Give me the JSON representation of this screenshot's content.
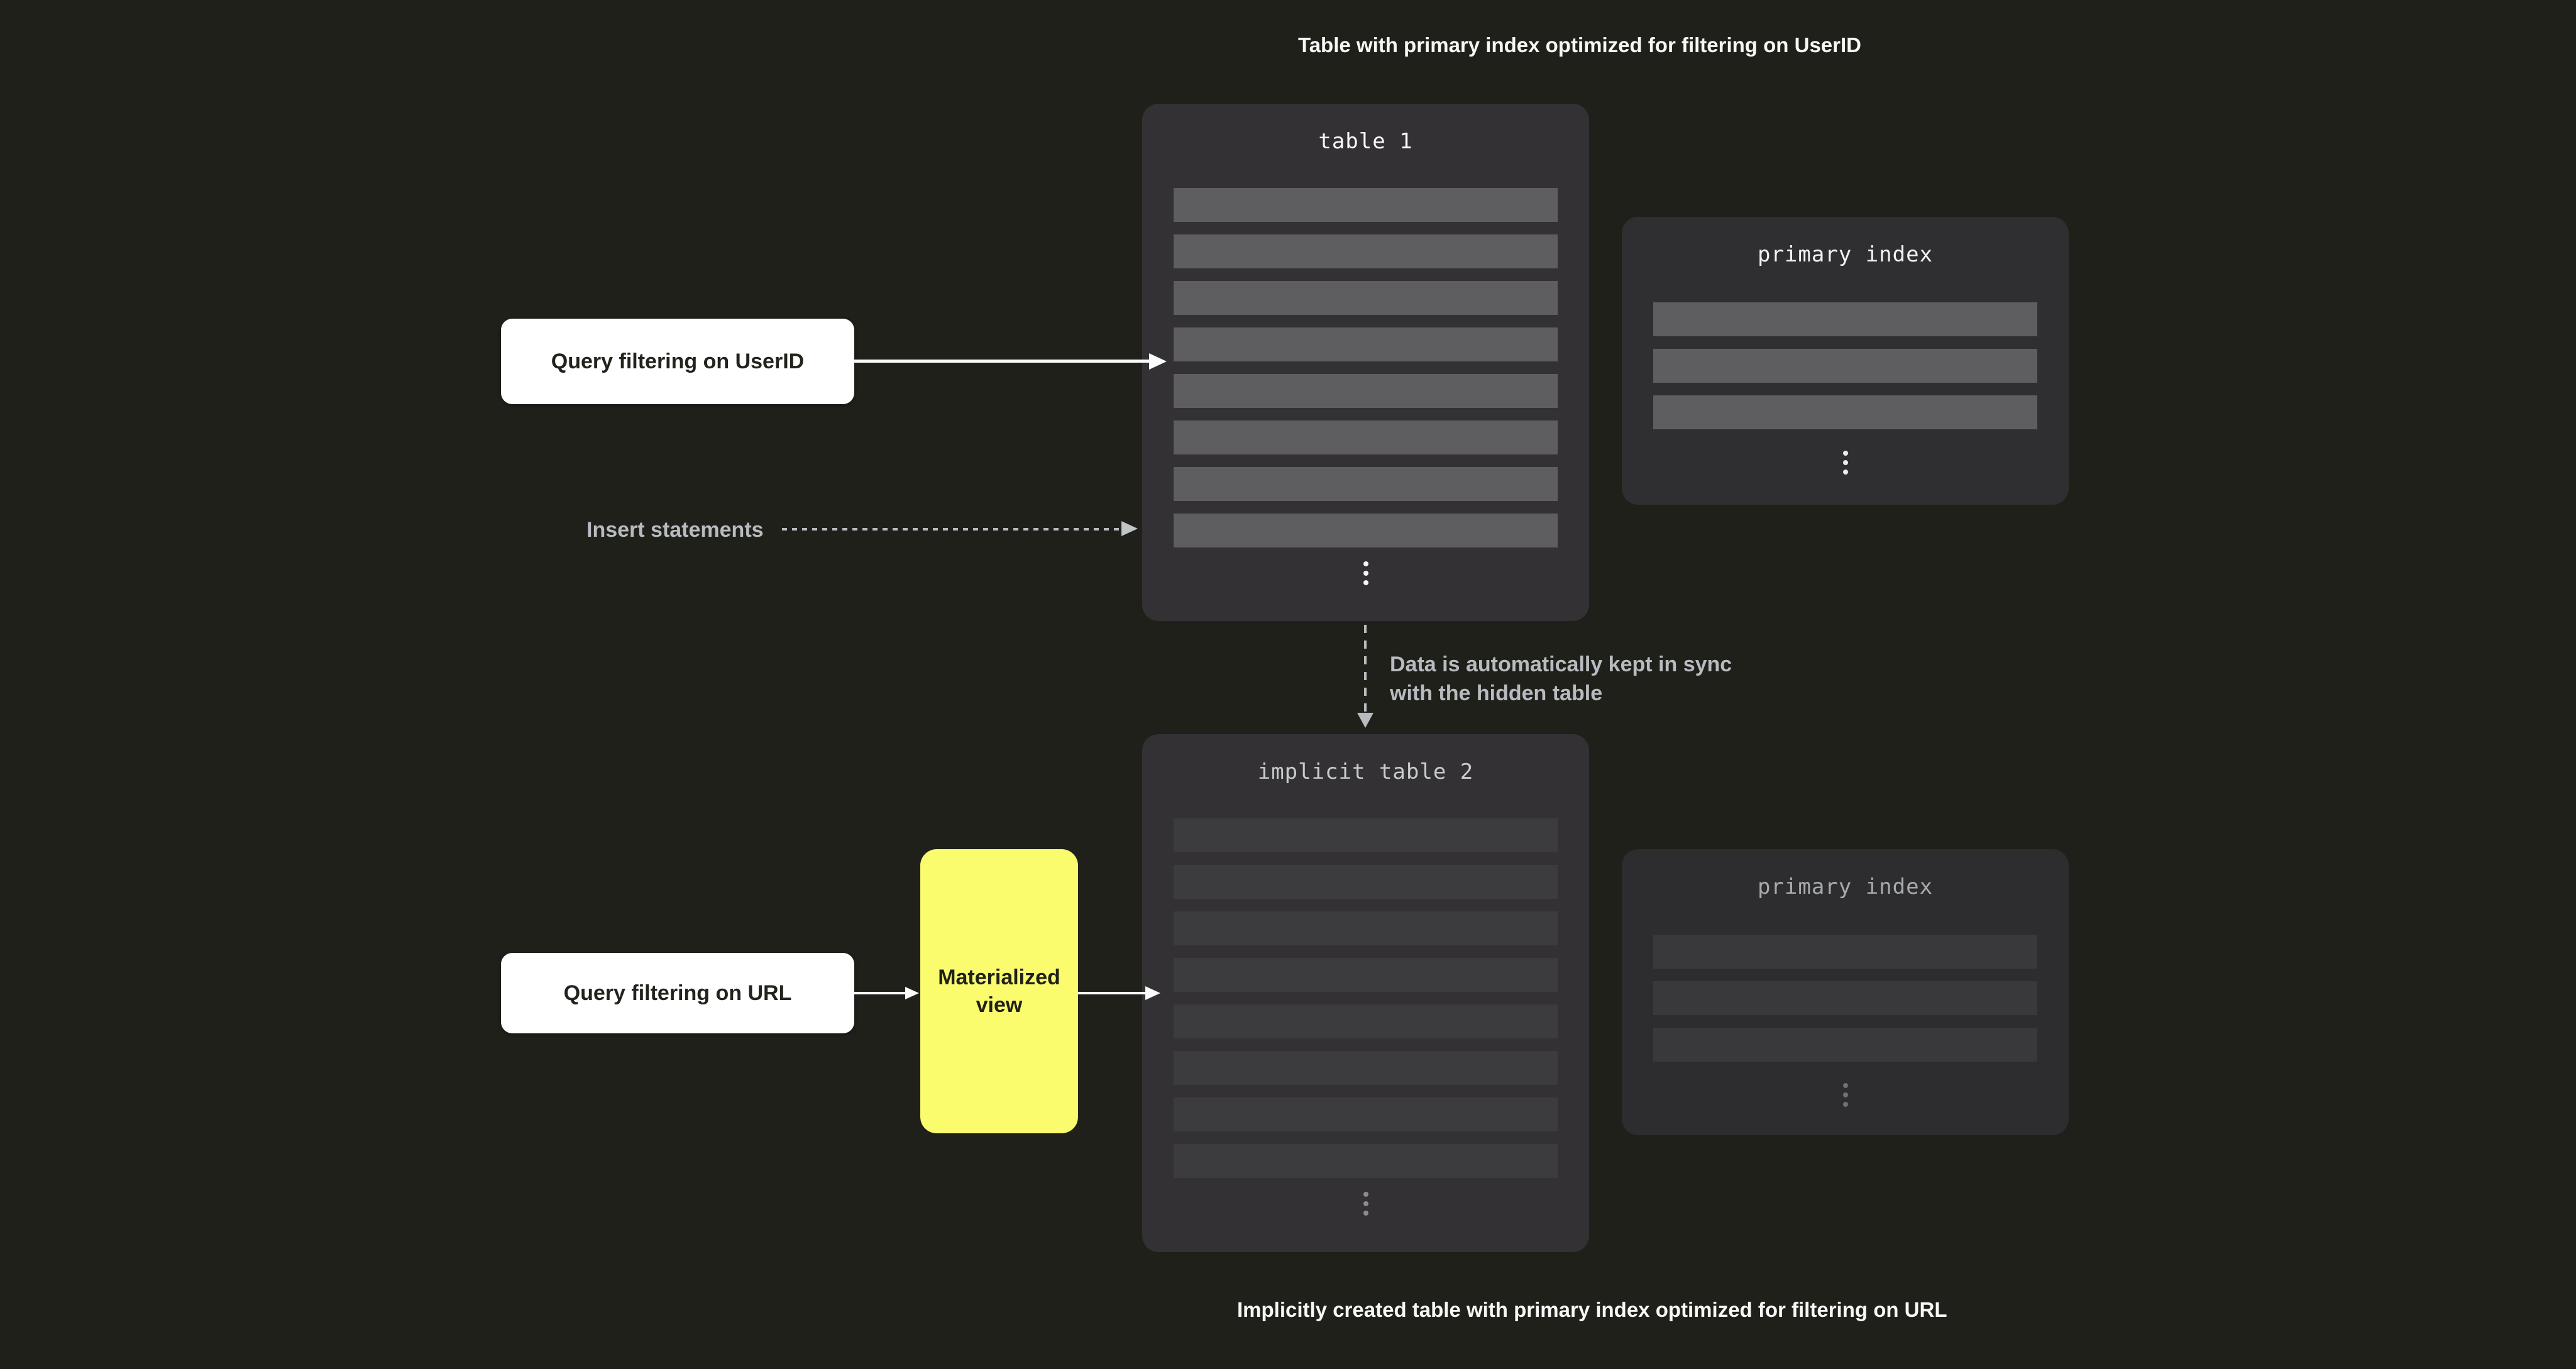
{
  "captions": {
    "top": "Table with primary index optimized for filtering on UserID",
    "bottom": "Implicitly created table with primary index optimized for filtering on URL"
  },
  "table1": {
    "title": "table 1",
    "row_count": 8
  },
  "primary_index_1": {
    "title": "primary index",
    "row_count": 3
  },
  "table2": {
    "title": "implicit table 2",
    "row_count": 8
  },
  "primary_index_2": {
    "title": "primary index",
    "row_count": 3
  },
  "query_userid_box": {
    "label": "Query filtering on UserID"
  },
  "query_url_box": {
    "label": "Query filtering on URL"
  },
  "materialized_view_box": {
    "label": "Materialized view"
  },
  "insert_statements_label": "Insert statements",
  "sync_note": {
    "line1": "Data is automatically kept in sync",
    "line2": "with the hidden table"
  },
  "colors": {
    "background": "#1F201A",
    "panel_dark": "#333134",
    "panel_darker": "#2F2E30",
    "row_light": "#5E5D5F",
    "row_dim": "#3C3B3E",
    "accent_yellow": "#FAFC6E",
    "white_box": "#FFFFFF",
    "muted_text": "#B8BBBF",
    "white_text": "#FAFAFA"
  }
}
